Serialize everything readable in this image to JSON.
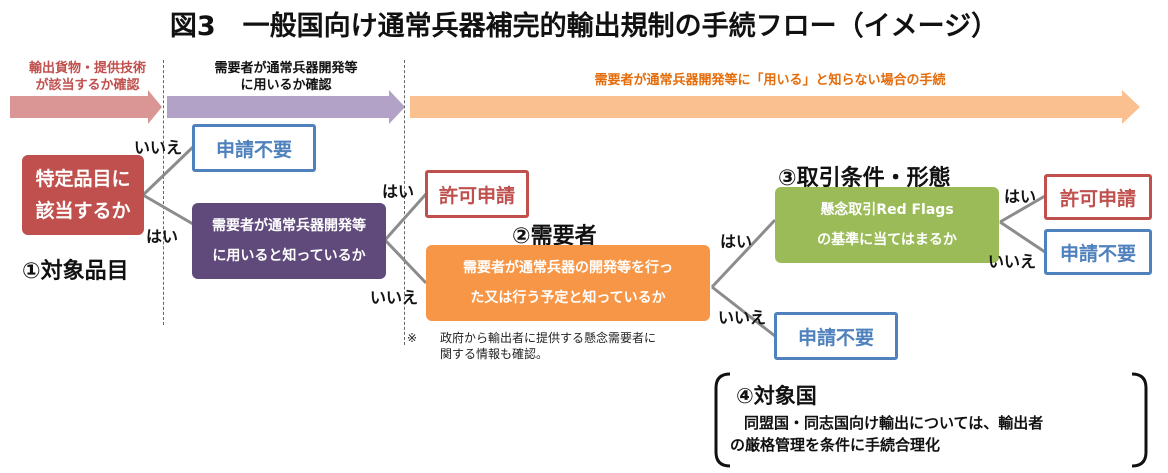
{
  "title": "図3　一般国向け通常兵器補完的輸出規制の手続フロー（イメージ）",
  "stages": [
    {
      "label_lines": [
        "輸出貨物・提供技術",
        "が該当するか確認"
      ],
      "color": "#d99694",
      "text_color": "#c0504d"
    },
    {
      "label_lines": [
        "需要者が通常兵器開発等",
        "に用いるか確認"
      ],
      "color": "#b3a2c7",
      "text_color": "#111111"
    },
    {
      "label_lines": [
        "需要者が通常兵器開発等に「用いる」と知らない場合の手続"
      ],
      "color": "#fac090",
      "text_color": "#e46c0a"
    }
  ],
  "nodes": {
    "item_check": {
      "lines": [
        "特定品目に",
        "該当するか"
      ]
    },
    "no_app_1": "申請不要",
    "use_know": {
      "lines": [
        "需要者が通常兵器開発等",
        "に用いると知っているか"
      ]
    },
    "permit_1": "許可申請",
    "demander_know": {
      "lines": [
        "需要者が通常兵器の開発等を行っ",
        "た又は行う予定と知っているか"
      ]
    },
    "red_flags": {
      "lines": [
        "懸念取引Red Flags",
        "の基準に当てはまるか"
      ]
    },
    "permit_2": "許可申請",
    "no_app_2": "申請不要",
    "no_app_3": "申請不要"
  },
  "headings": {
    "h1": "①対象品目",
    "h2": "②需要者",
    "h3": "③取引条件・形態",
    "h4": "④対象国"
  },
  "branch_labels": {
    "yes": "はい",
    "no": "いいえ"
  },
  "note": {
    "mark": "※",
    "lines": [
      "政府から輸出者に提供する懸念需要者に",
      "関する情報も確認。"
    ]
  },
  "country_note": {
    "lines": [
      "同盟国・同志国向け輸出については、輸出者",
      "の厳格管理を条件に手続合理化"
    ]
  },
  "colors": {
    "line": "#7f7f7f",
    "red": "#c0504d",
    "purple": "#604a7b",
    "orange": "#f79646",
    "green": "#9bbb59",
    "blue": "#4f81bd"
  }
}
